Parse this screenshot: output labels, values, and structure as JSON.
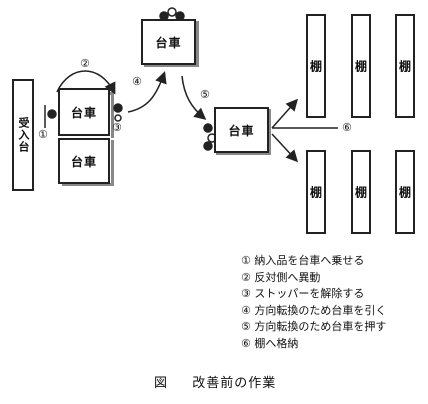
{
  "diagram": {
    "receiving": "受入台",
    "cart": "台車",
    "shelf": "棚",
    "markers": [
      "①",
      "②",
      "③",
      "④",
      "⑤",
      "⑥"
    ]
  },
  "steps": [
    "① 納入品を台車へ乗せる",
    "② 反対側へ異動",
    "③ ストッパーを解除する",
    "④ 方向転換のため台車を引く",
    "⑤ 方向転換のため台車を押す",
    "⑥ 棚へ格納"
  ],
  "caption": {
    "prefix": "図",
    "title": "改善前の作業"
  }
}
